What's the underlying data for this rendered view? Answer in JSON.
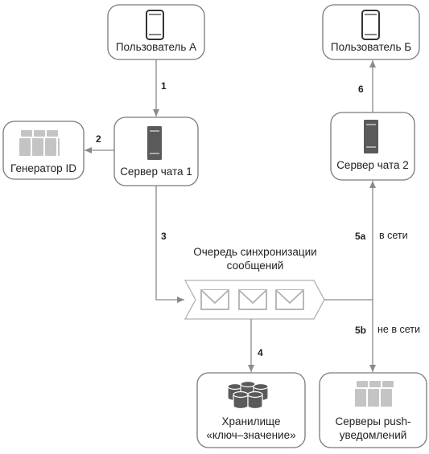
{
  "nodes": {
    "user_a": {
      "label": "Пользователь А"
    },
    "user_b": {
      "label": "Пользователь Б"
    },
    "id_generator": {
      "label": "Генератор ID"
    },
    "chat_server_1": {
      "label": "Сервер чата 1"
    },
    "chat_server_2": {
      "label": "Сервер чата 2"
    },
    "sync_queue": {
      "label_line1": "Очередь синхронизации",
      "label_line2": "сообщений"
    },
    "kv_store": {
      "label_line1": "Хранилище",
      "label_line2": "«ключ–значение»"
    },
    "push_servers": {
      "label_line1": "Серверы push-",
      "label_line2": "уведомлений"
    }
  },
  "steps": {
    "s1": "1",
    "s2": "2",
    "s3": "3",
    "s4": "4",
    "s5a": "5a",
    "s5b": "5b",
    "s6": "6"
  },
  "notes": {
    "online": "в сети",
    "offline": "не в сети"
  },
  "colors": {
    "box_border": "#7a7a7a",
    "arrow": "#8a8a8a",
    "server_dark": "#5a5a5a",
    "server_light": "#c4c4c4",
    "queue_border": "#b0b0b0"
  }
}
